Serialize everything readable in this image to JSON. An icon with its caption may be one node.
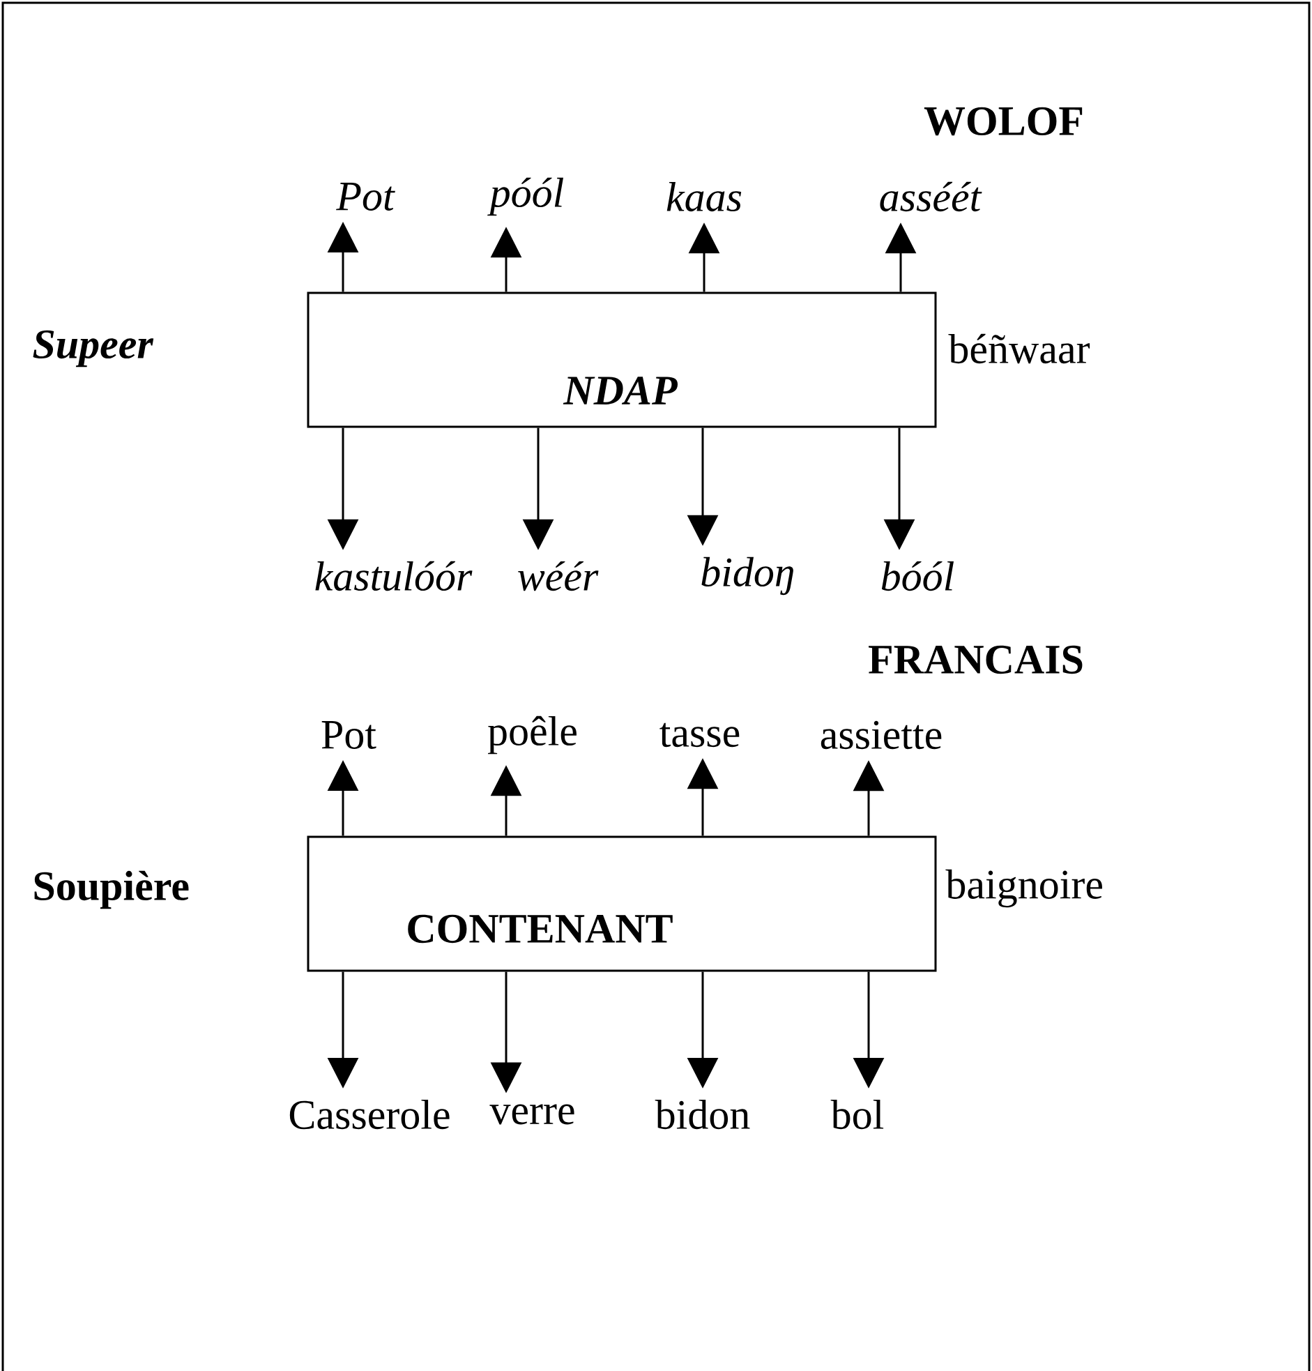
{
  "diagram": {
    "nodes": [
      {
        "text": [
          "NDAP"
        ]
      },
      {
        "text": [
          "Pot"
        ]
      },
      {
        "text": [
          "póól"
        ]
      },
      {
        "text": [
          "kaas"
        ]
      },
      {
        "text": [
          "asséét"
        ]
      },
      {
        "text": [
          "kastulóór"
        ]
      },
      {
        "text": [
          "wéér"
        ]
      },
      {
        "text": [
          "bidoŋ"
        ]
      },
      {
        "text": [
          "bóól"
        ]
      },
      {
        "text": [
          "CONTENANT"
        ]
      },
      {
        "text": [
          "Pot"
        ]
      },
      {
        "text": [
          "poêle"
        ]
      },
      {
        "text": [
          "tasse"
        ]
      },
      {
        "text": [
          "assiette"
        ]
      },
      {
        "text": [
          "Casserole"
        ]
      },
      {
        "text": [
          "verre"
        ]
      },
      {
        "text": [
          "bidon"
        ]
      },
      {
        "text": [
          "bol"
        ]
      }
    ],
    "edges": [
      {
        "from": 0,
        "to": 1,
        "arrow": "to"
      },
      {
        "from": 0,
        "to": 2,
        "arrow": "to"
      },
      {
        "from": 0,
        "to": 3,
        "arrow": "to"
      },
      {
        "from": 0,
        "to": 4,
        "arrow": "to"
      },
      {
        "from": 0,
        "to": 5,
        "arrow": "to"
      },
      {
        "from": 0,
        "to": 6,
        "arrow": "to"
      },
      {
        "from": 0,
        "to": 7,
        "arrow": "to"
      },
      {
        "from": 0,
        "to": 8,
        "arrow": "to"
      },
      {
        "from": 9,
        "to": 10,
        "arrow": "to"
      },
      {
        "from": 9,
        "to": 11,
        "arrow": "to"
      },
      {
        "from": 9,
        "to": 12,
        "arrow": "to"
      },
      {
        "from": 9,
        "to": 13,
        "arrow": "to"
      },
      {
        "from": 9,
        "to": 14,
        "arrow": "to"
      },
      {
        "from": 9,
        "to": 15,
        "arrow": "to"
      },
      {
        "from": 9,
        "to": 16,
        "arrow": "to"
      },
      {
        "from": 9,
        "to": 17,
        "arrow": "to"
      }
    ],
    "labels": [
      "WOLOF",
      "Supeer",
      "béñwaar",
      "FRANCAIS",
      "Soupière",
      "baignoire"
    ]
  }
}
